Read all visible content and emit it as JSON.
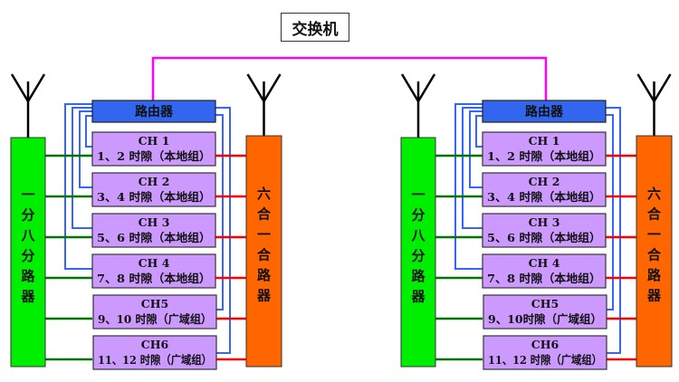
{
  "switch": {
    "label": "交换机"
  },
  "colors": {
    "link_switch": "#ff00ff",
    "link_router": "#3366ff",
    "link_splitter": "#007700",
    "link_combiner": "#ff0000",
    "splitter_fill": "#00ee00",
    "combiner_fill": "#ff6600",
    "router_fill": "#3366ee",
    "channel_fill": "#cc99ff",
    "antenna": "#000000"
  },
  "modules": [
    {
      "id": "left",
      "router_label": "路由器",
      "splitter_label": [
        "一",
        "分",
        "八",
        "分",
        "路",
        "器"
      ],
      "combiner_label": [
        "六",
        "合",
        "一",
        "合",
        "路",
        "器"
      ],
      "channels": [
        {
          "name": "CH 1",
          "slots": "1、2 时隙（本地组）"
        },
        {
          "name": "CH 2",
          "slots": "3、4 时隙（本地组）"
        },
        {
          "name": "CH 3",
          "slots": "5、6 时隙（本地组）"
        },
        {
          "name": "CH 4",
          "slots": "7、8 时隙（本地组）"
        },
        {
          "name": "CH5",
          "slots": "9、10 时隙（广域组）"
        },
        {
          "name": "CH6",
          "slots": "11、12 时隙（广域组）"
        }
      ]
    },
    {
      "id": "right",
      "router_label": "路由器",
      "splitter_label": [
        "一",
        "分",
        "八",
        "分",
        "路",
        "器"
      ],
      "combiner_label": [
        "六",
        "合",
        "一",
        "合",
        "路",
        "器"
      ],
      "channels": [
        {
          "name": "CH 1",
          "slots": "1、2 时隙（本地组）"
        },
        {
          "name": "CH 2",
          "slots": "3、4 时隙（本地组）"
        },
        {
          "name": "CH 3",
          "slots": "5、6 时隙（本地组）"
        },
        {
          "name": "CH 4",
          "slots": "7、8 时隙（本地组）"
        },
        {
          "name": "CH5",
          "slots": "9、10时隙（广域组）"
        },
        {
          "name": "CH6",
          "slots": "11、12 时隙（广域组）"
        }
      ]
    }
  ]
}
